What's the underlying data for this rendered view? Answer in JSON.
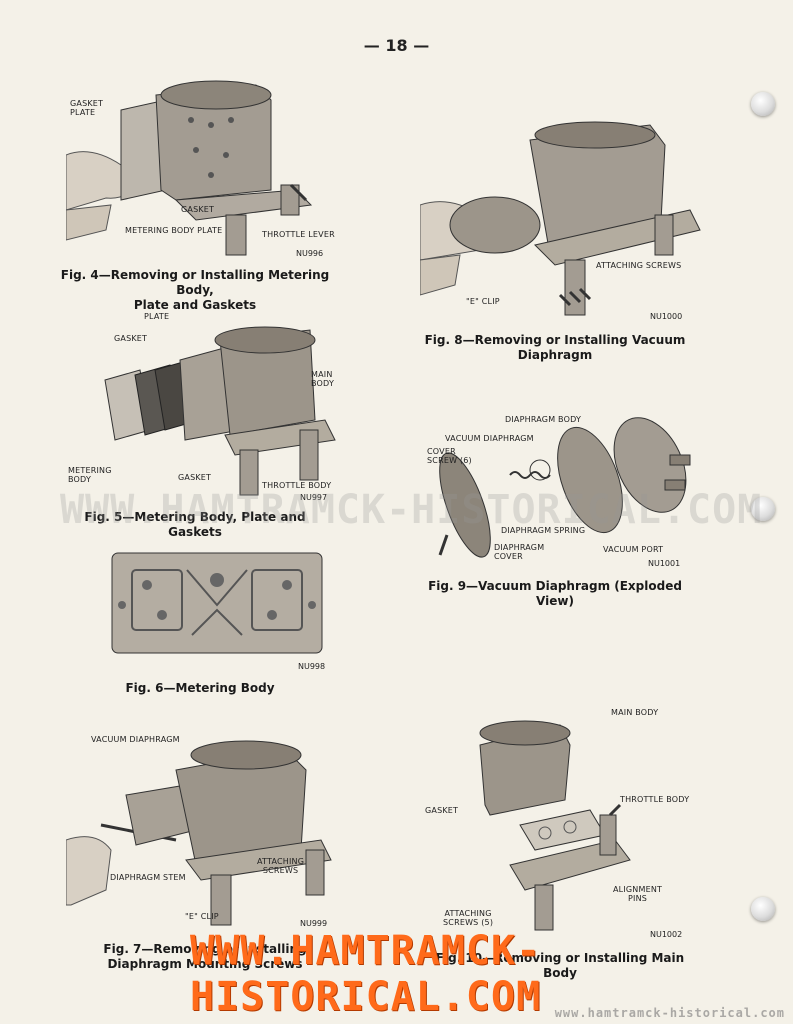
{
  "page_number": "— 18 —",
  "figures": {
    "fig4": {
      "caption_line1": "Fig. 4—Removing or Installing Metering Body,",
      "caption_line2": "Plate and Gaskets",
      "code": "NU996",
      "labels": {
        "gasket_plate_1": "GASKET",
        "gasket_plate_2": "PLATE",
        "gasket": "GASKET",
        "metering_body_plate": "METERING BODY PLATE",
        "throttle_lever": "THROTTLE LEVER"
      }
    },
    "fig5": {
      "caption": "Fig. 5—Metering Body, Plate and Gaskets",
      "code": "NU997",
      "labels": {
        "plate": "PLATE",
        "gasket_top": "GASKET",
        "main_body_1": "MAIN",
        "main_body_2": "BODY",
        "metering_body_1": "METERING",
        "metering_body_2": "BODY",
        "gasket_bottom": "GASKET",
        "throttle_body": "THROTTLE BODY"
      }
    },
    "fig6": {
      "caption": "Fig. 6—Metering Body",
      "code": "NU998"
    },
    "fig7": {
      "caption_line1": "Fig. 7—Removing or Installing",
      "caption_line2": "Diaphragm Mounting Screws",
      "code": "NU999",
      "labels": {
        "vacuum_diaphragm": "VACUUM DIAPHRAGM",
        "attaching_screws_1": "ATTACHING",
        "attaching_screws_2": "SCREWS",
        "diaphragm_stem": "DIAPHRAGM STEM",
        "e_clip": "\"E\" CLIP"
      }
    },
    "fig8": {
      "caption": "Fig. 8—Removing or Installing Vacuum Diaphragm",
      "code": "NU1000",
      "labels": {
        "attaching_screws": "ATTACHING SCREWS",
        "e_clip": "\"E\" CLIP"
      }
    },
    "fig9": {
      "caption": "Fig. 9—Vacuum Diaphragm (Exploded View)",
      "code": "NU1001",
      "labels": {
        "diaphragm_body": "DIAPHRAGM BODY",
        "vacuum_diaphragm": "VACUUM DIAPHRAGM",
        "cover_screw_1": "COVER",
        "cover_screw_2": "SCREW (6)",
        "diaphragm_spring": "DIAPHRAGM SPRING",
        "diaphragm_cover_1": "DIAPHRAGM",
        "diaphragm_cover_2": "COVER",
        "vacuum_port": "VACUUM PORT"
      }
    },
    "fig10": {
      "caption": "Fig. 10—Removing or Installing Main Body",
      "code": "NU1002",
      "labels": {
        "main_body": "MAIN BODY",
        "throttle_body": "THROTTLE BODY",
        "gasket": "GASKET",
        "alignment_pins_1": "ALIGNMENT",
        "alignment_pins_2": "PINS",
        "attaching_screws_1": "ATTACHING",
        "attaching_screws_2": "SCREWS (5)"
      }
    }
  },
  "watermark": {
    "text": "WWW.HAMTRAMCK-HISTORICAL.COM",
    "small_text": "www.hamtramck-historical.com",
    "color": "#ff6a1a"
  }
}
